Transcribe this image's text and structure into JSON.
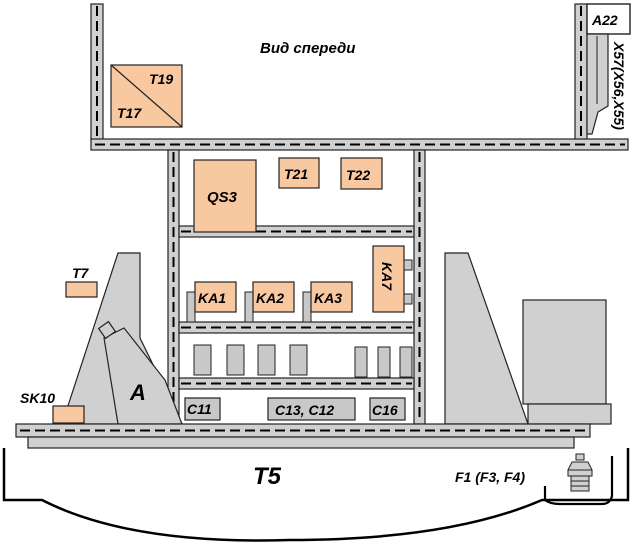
{
  "title": "Вид спереди",
  "components": {
    "A22": "A22",
    "X57": "X57(X56,X55)",
    "T19": "T19",
    "T17": "T17",
    "T21": "T21",
    "T22": "T22",
    "QS3": "QS3",
    "KA1": "KA1",
    "KA2": "KA2",
    "KA3": "KA3",
    "KA7": "KA7",
    "T7": "T7",
    "SK10": "SK10",
    "A": "A",
    "C11": "C11",
    "C13_C12": "C13, C12",
    "C16": "C16",
    "T5": "T5",
    "F1": "F1 (F3, F4)"
  },
  "colors": {
    "frame": "#d0d0d0",
    "component": "#f8c8a0",
    "outline": "#222222",
    "background": "#ffffff"
  }
}
